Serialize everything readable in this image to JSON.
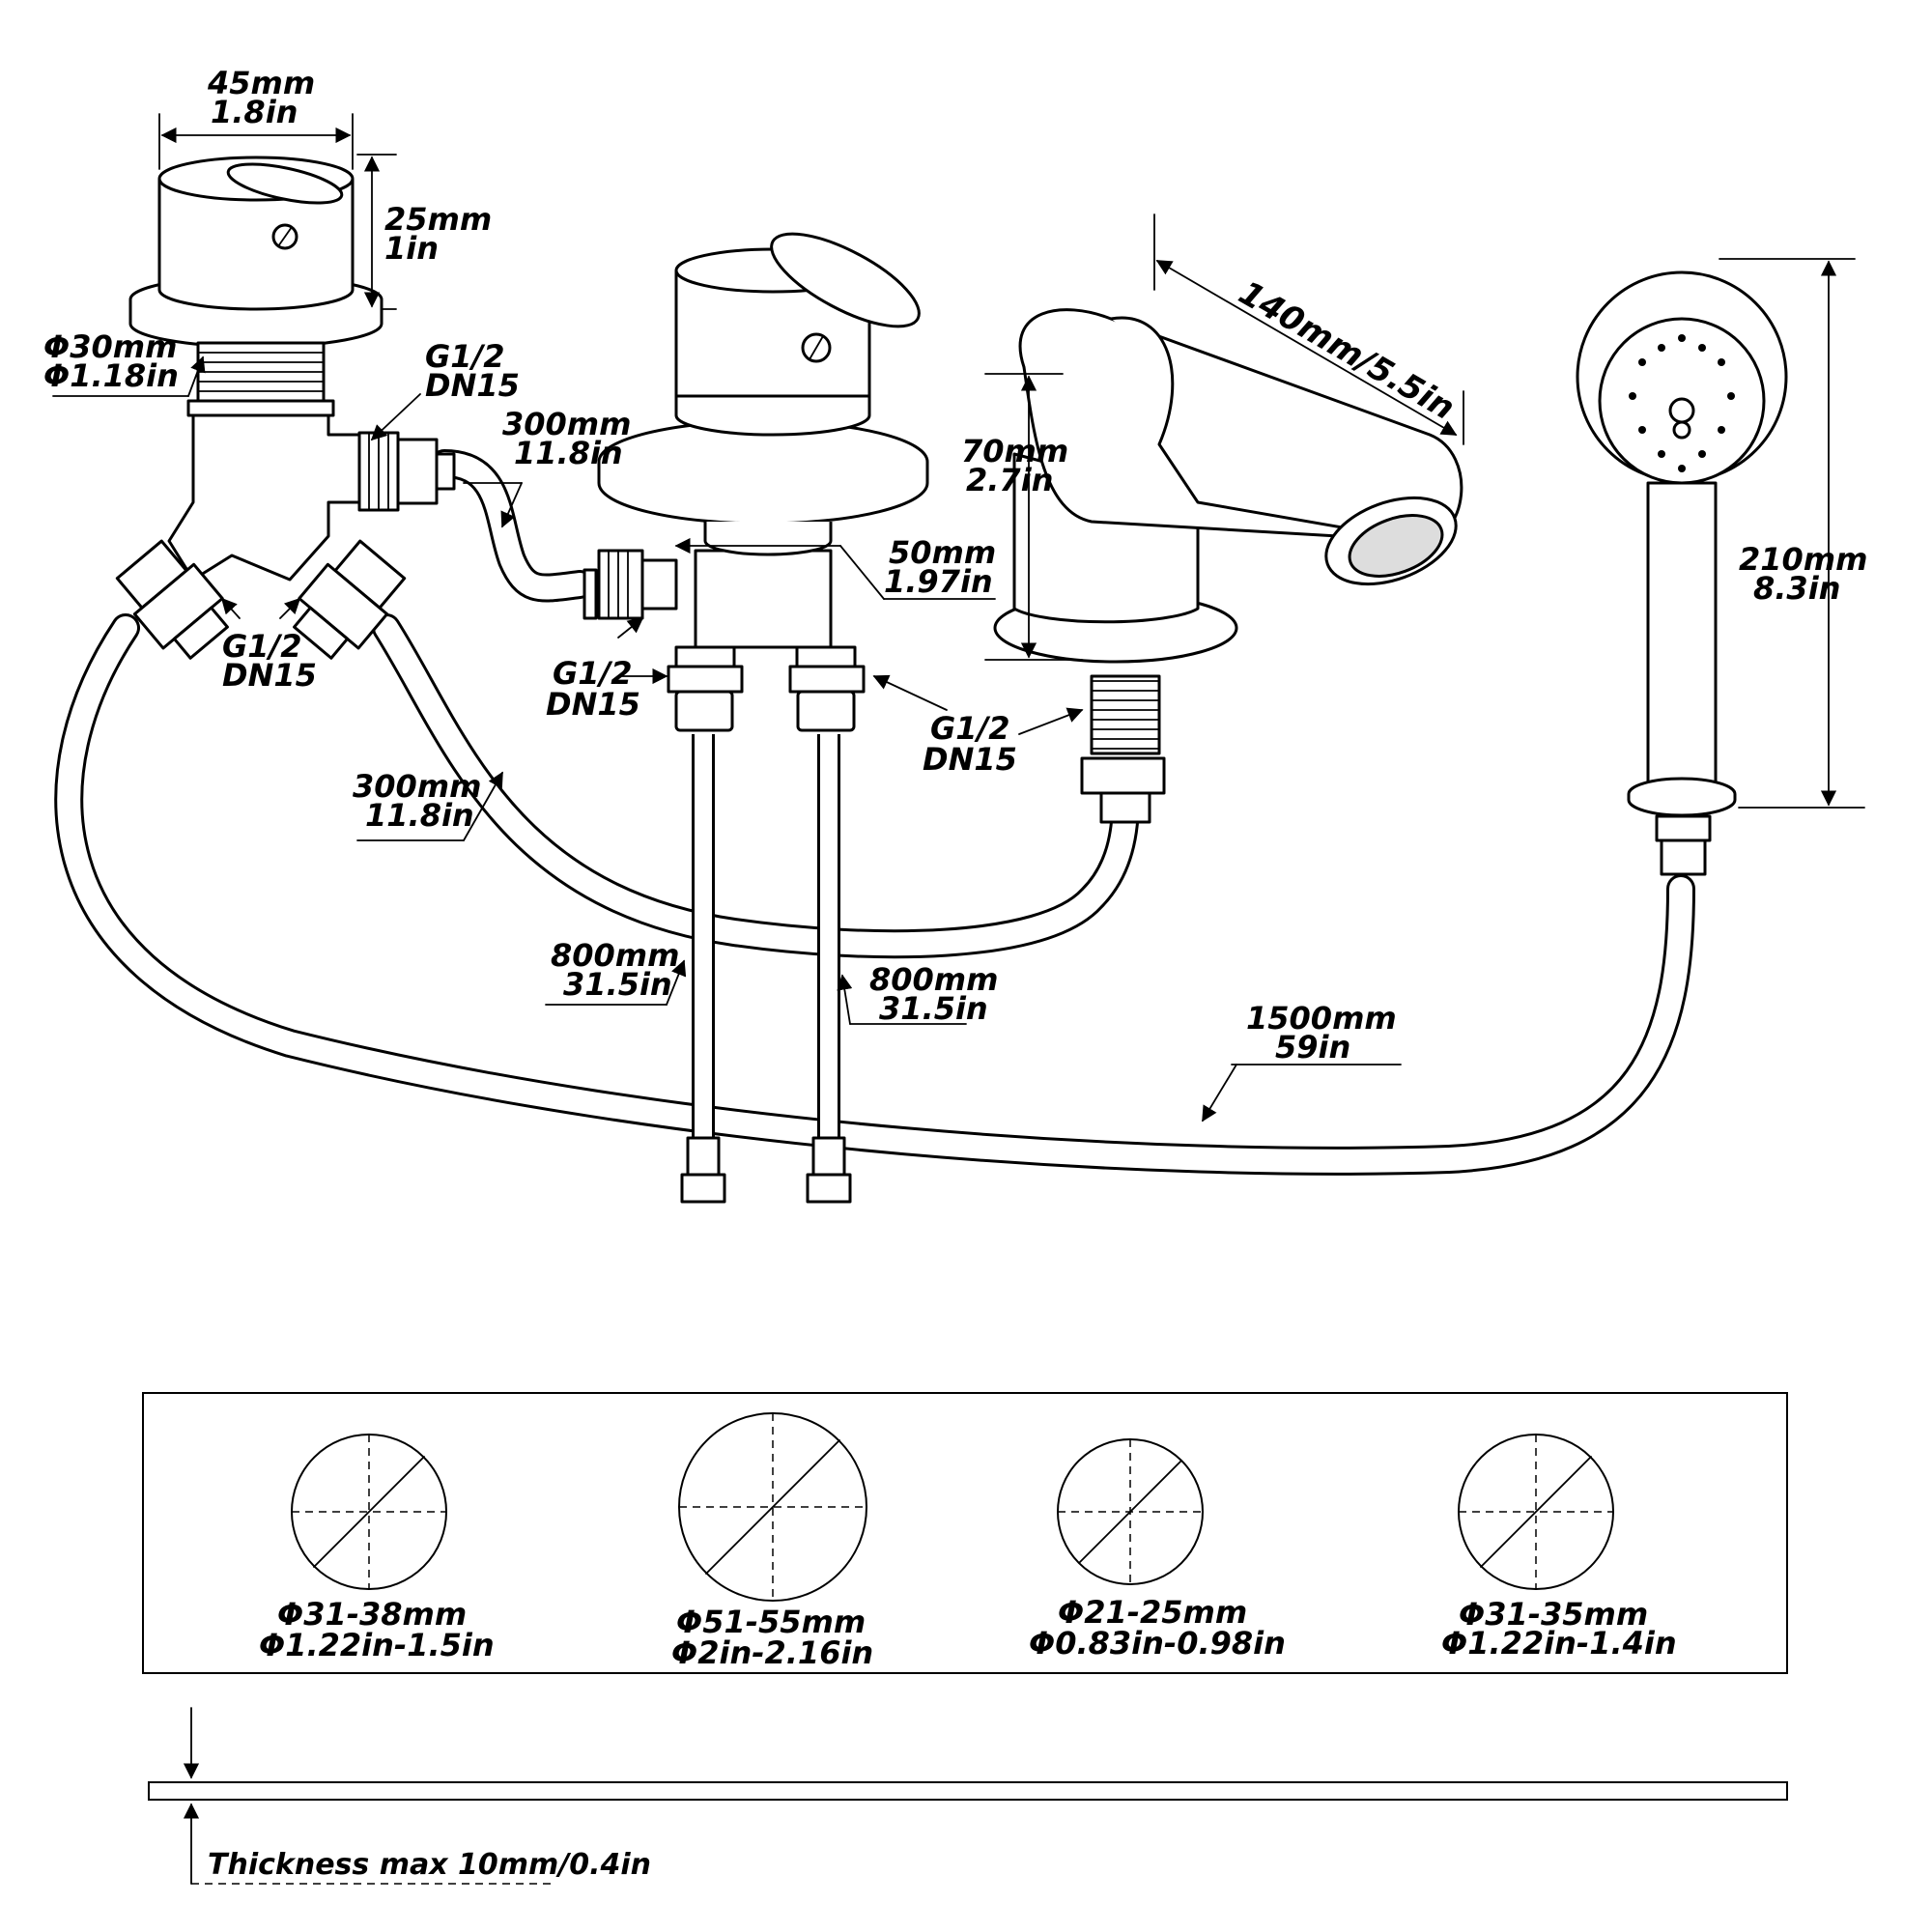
{
  "dimensions": {
    "handle_width": [
      "45mm",
      "1.8in"
    ],
    "handle_height": [
      "25mm",
      "1in"
    ],
    "base_diameter": [
      "Φ30mm",
      "Φ1.18in"
    ],
    "thread_right": [
      "G1/2",
      "DN15"
    ],
    "thread_lower": [
      "G1/2",
      "DN15"
    ],
    "short_hose_top": [
      "300mm",
      "11.8in"
    ],
    "short_hose_left": [
      "300mm",
      "11.8in"
    ],
    "valve_thread": [
      "G1/2",
      "DN15"
    ],
    "valve_base": [
      "50mm",
      "1.97in"
    ],
    "supply_thread": [
      "G1/2",
      "DN15"
    ],
    "supply_hose_1": [
      "800mm",
      "31.5in"
    ],
    "supply_hose_2": [
      "800mm",
      "31.5in"
    ],
    "spout_length": "140mm/5.5in",
    "spout_height": [
      "70mm",
      "2.7in"
    ],
    "shower_height": [
      "210mm",
      "8.3in"
    ],
    "shower_hose": [
      "1500mm",
      "59in"
    ]
  },
  "holes": [
    {
      "mm": "Φ31-38mm",
      "in": "Φ1.22in-1.5in"
    },
    {
      "mm": "Φ51-55mm",
      "in": "Φ2in-2.16in"
    },
    {
      "mm": "Φ21-25mm",
      "in": "Φ0.83in-0.98in"
    },
    {
      "mm": "Φ31-35mm",
      "in": "Φ1.22in-1.4in"
    }
  ],
  "thickness": "Thickness max 10mm/0.4in"
}
